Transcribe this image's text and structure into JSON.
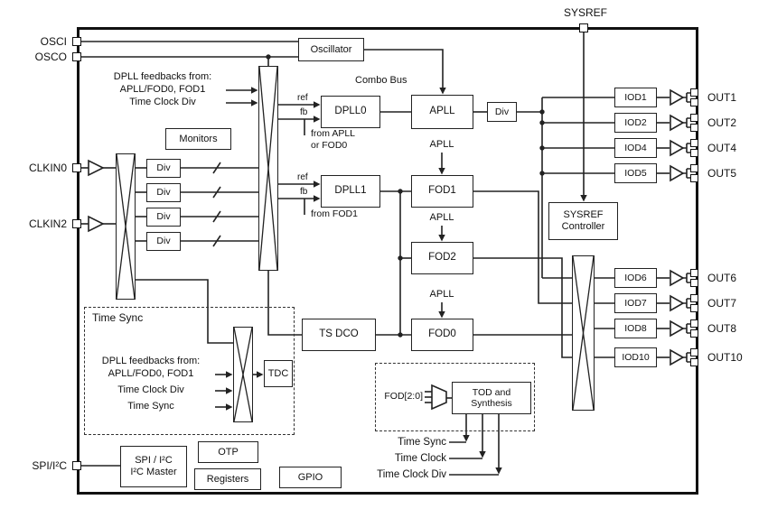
{
  "pins": {
    "sysref": "SYSREF",
    "osci": "OSCI",
    "osco": "OSCO",
    "clkin0": "CLKIN0",
    "clkin2": "CLKIN2",
    "spi": "SPI/I²C"
  },
  "outputs": {
    "top": [
      "OUT1",
      "OUT2",
      "OUT4",
      "OUT5"
    ],
    "bottom": [
      "OUT6",
      "OUT7",
      "OUT8",
      "OUT10"
    ]
  },
  "blocks": {
    "oscillator": "Oscillator",
    "monitors": "Monitors",
    "input_divs": [
      "Div",
      "Div",
      "Div",
      "Div"
    ],
    "dpll0": "DPLL0",
    "dpll1": "DPLL1",
    "apll": "APLL",
    "apll_div": "Div",
    "fod1": "FOD1",
    "fod2": "FOD2",
    "fod0": "FOD0",
    "ts_dco": "TS DCO",
    "tdc": "TDC",
    "sysref_controller_line1": "SYSREF",
    "sysref_controller_line2": "Controller",
    "tod": "TOD and Synthesis",
    "spi_line1": "SPI / I²C",
    "spi_line2": "I²C Master",
    "otp": "OTP",
    "registers": "Registers",
    "gpio": "GPIO",
    "iods_top": [
      "IOD1",
      "IOD2",
      "IOD4",
      "IOD5"
    ],
    "iods_bottom": [
      "IOD6",
      "IOD7",
      "IOD8",
      "IOD10"
    ]
  },
  "annotations": {
    "combo_bus": "Combo Bus",
    "ref": "ref",
    "fb": "fb",
    "dpll0_fb_note_1": "from APLL",
    "dpll0_fb_note_2": "or FOD0",
    "dpll1_fb_note": "from FOD1",
    "apll_feed": "APLL",
    "feedbacks_header": "DPLL feedbacks from:",
    "feedbacks_line2": "APLL/FOD0, FOD1",
    "feedbacks_line3": "Time Clock Div",
    "time_sync_title": "Time Sync",
    "ts_feedbacks_header": "DPLL feedbacks from:",
    "ts_feedbacks_line2": "APLL/FOD0, FOD1",
    "ts_feedbacks_line3": "Time Clock Div",
    "ts_feedbacks_line4": "Time Sync",
    "fod_bus": "FOD[2:0]",
    "sig_time_sync": "Time Sync",
    "sig_time_clock": "Time Clock",
    "sig_time_clock_div": "Time Clock Div"
  }
}
